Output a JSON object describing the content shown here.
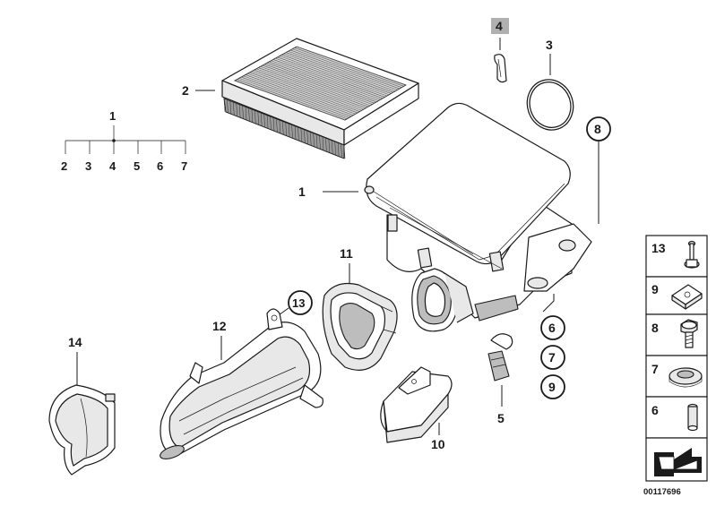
{
  "callouts": {
    "filter_element": "2",
    "clip": "4",
    "seal_ring": "3",
    "housing": "1",
    "bolt_circled": "8",
    "intake_duct": "11",
    "intake_pipe": "12",
    "screw_circled": "13",
    "heat_shield": "14",
    "bracket_clip": "5",
    "support": "10",
    "grommet_circled": "7",
    "sleeve_circled": "6",
    "nut_circled": "9"
  },
  "tree": {
    "root": "1",
    "children": [
      "2",
      "3",
      "4",
      "5",
      "6",
      "7"
    ]
  },
  "legend": [
    {
      "num": "13",
      "icon": "screw-icon"
    },
    {
      "num": "9",
      "icon": "clip-nut-icon"
    },
    {
      "num": "8",
      "icon": "hex-bolt-icon"
    },
    {
      "num": "7",
      "icon": "grommet-icon"
    },
    {
      "num": "6",
      "icon": "sleeve-icon"
    }
  ],
  "doc_number": "00117696",
  "colors": {
    "ink": "#1a1a1a",
    "stamp": "#b0b0b0"
  }
}
